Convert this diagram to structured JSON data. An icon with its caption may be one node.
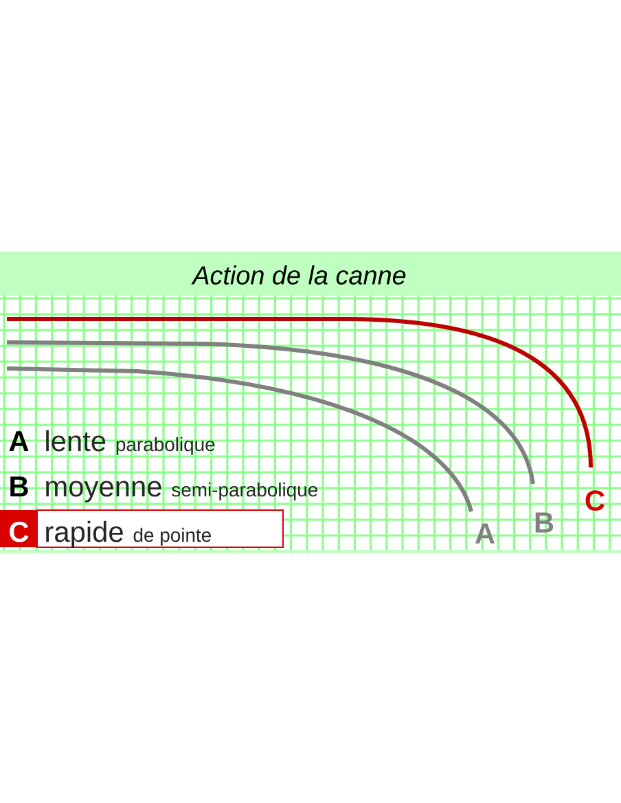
{
  "diagram": {
    "title": "Action de la canne",
    "labels": [
      "A",
      "lente",
      "parabolique",
      "B",
      "moyenne",
      "semi-parabolique",
      "C",
      "rapide",
      "de pointe",
      "A",
      "B",
      "C"
    ]
  }
}
